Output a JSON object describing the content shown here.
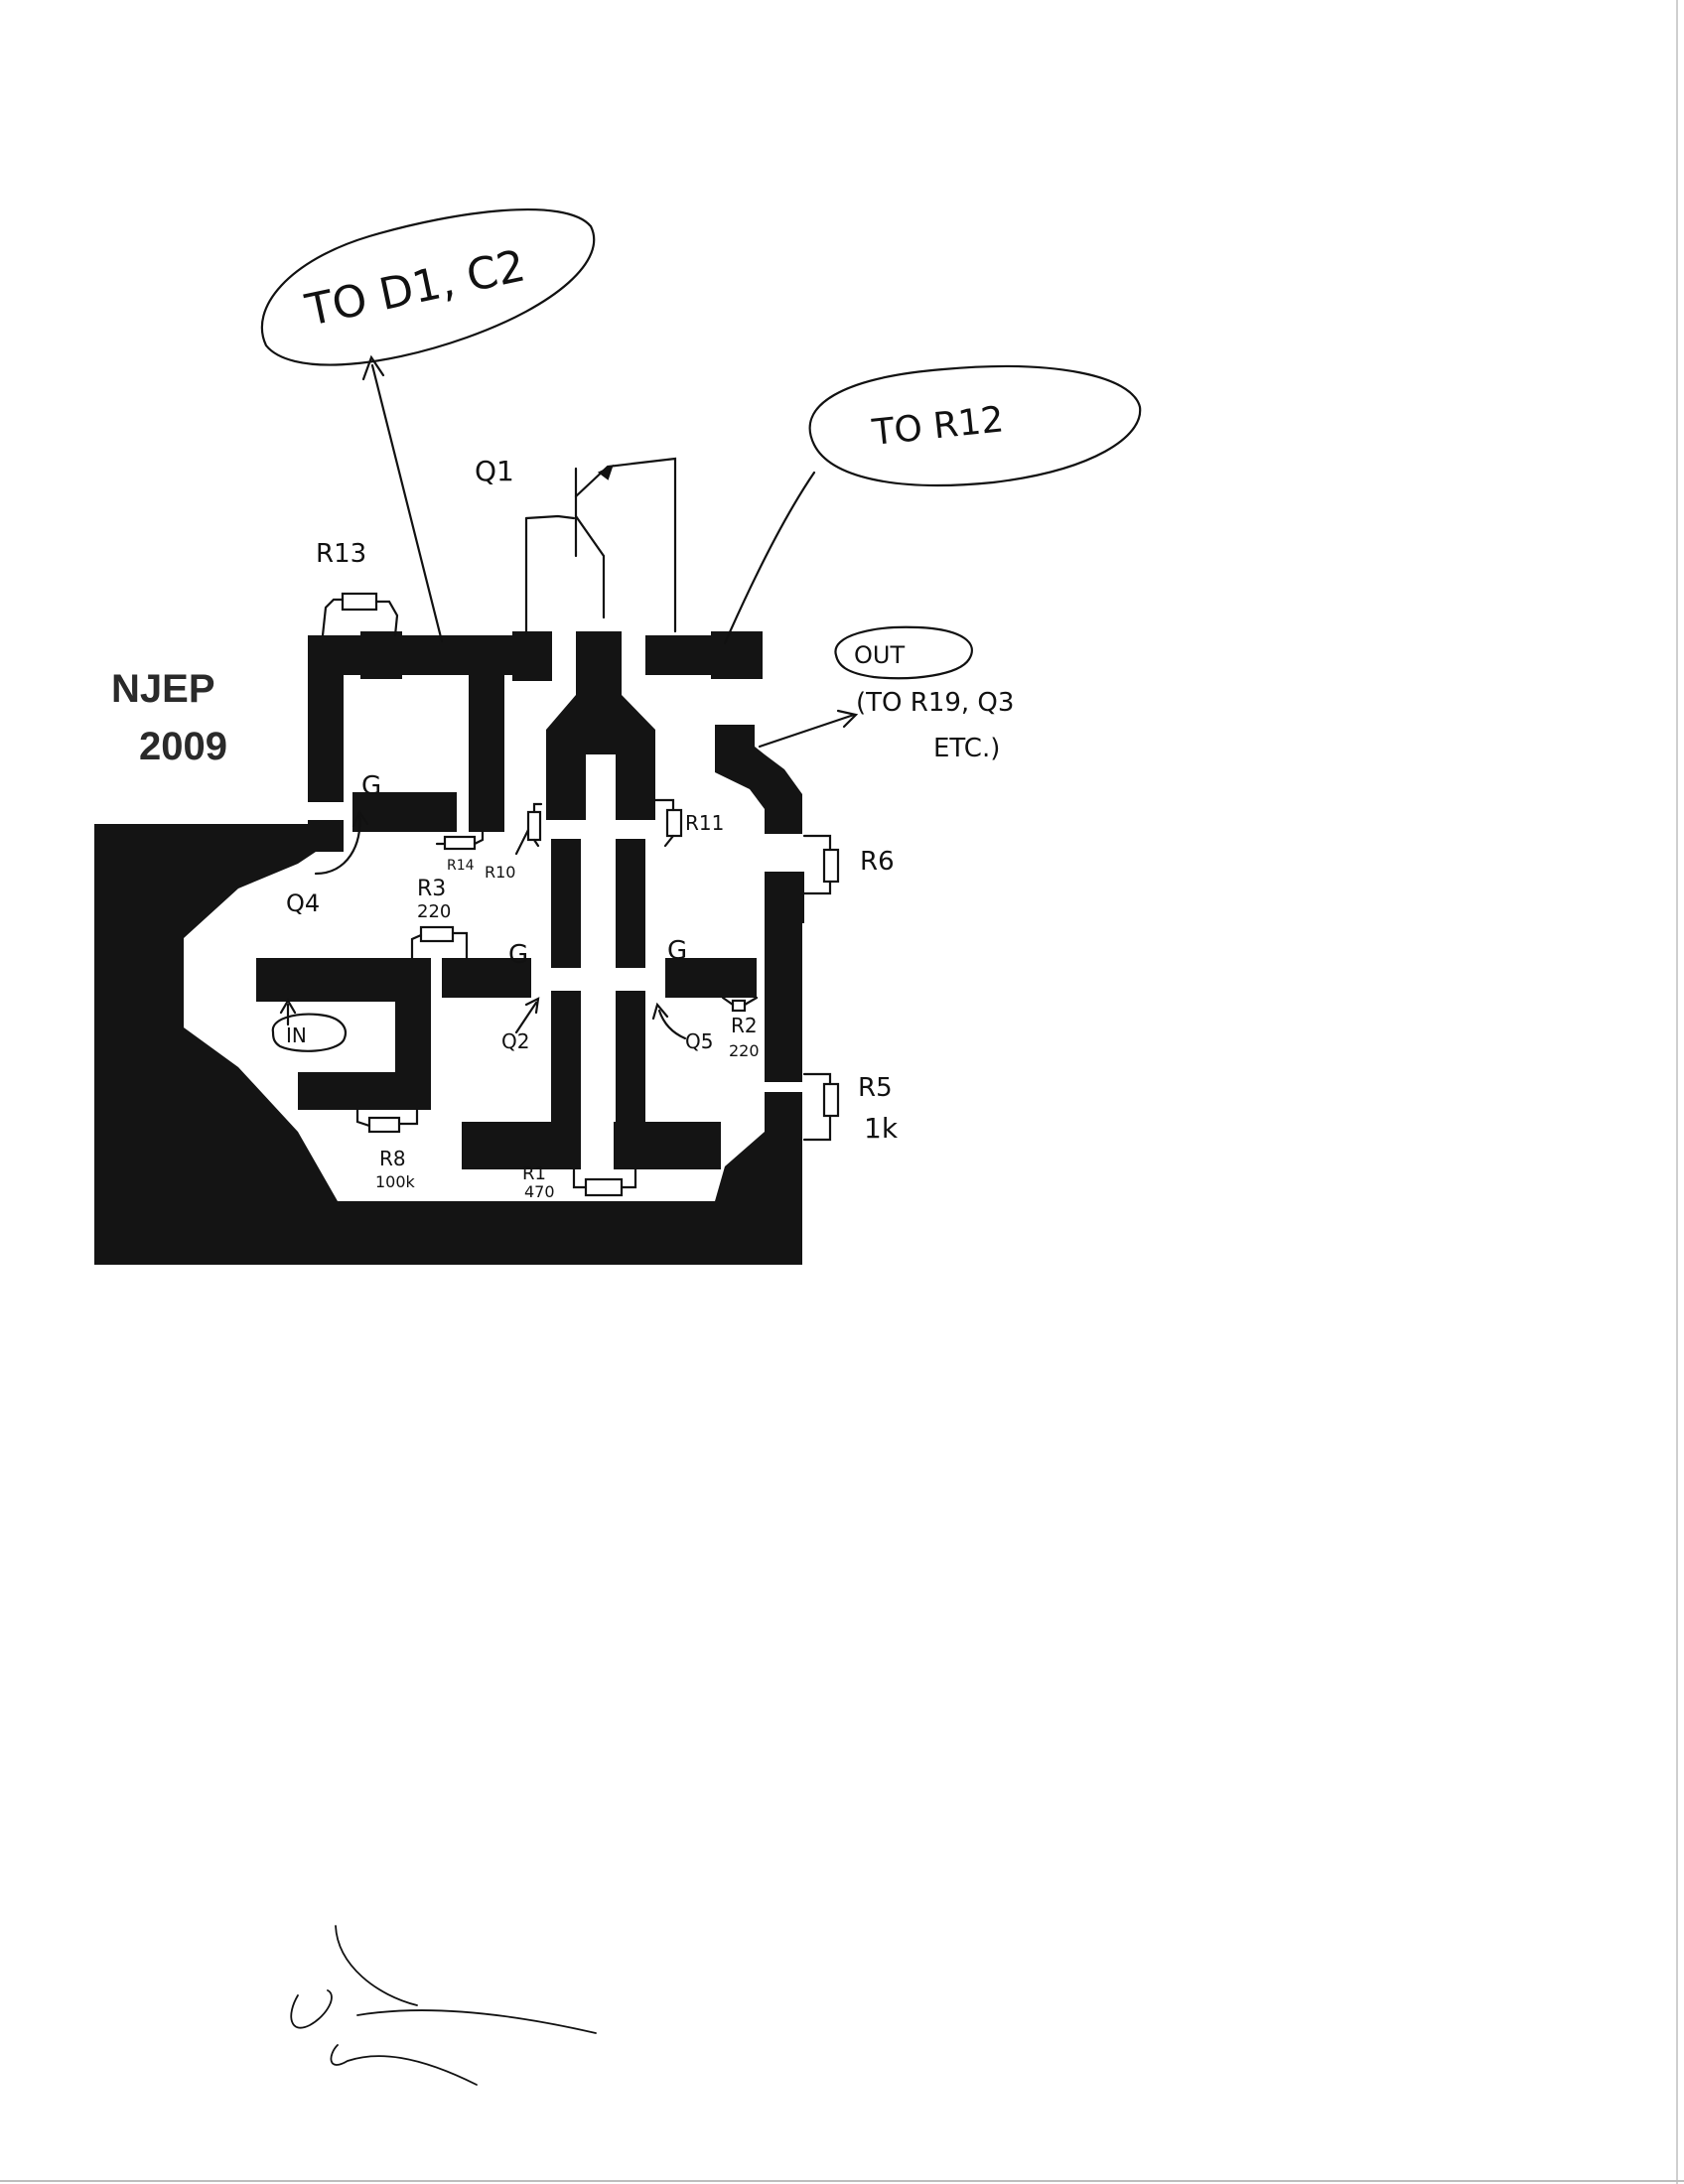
{
  "document": {
    "title_lines": [
      "NJEP",
      "2009"
    ]
  },
  "callouts": {
    "to_d1_c2": "TO D1, C2",
    "to_r12": "TO R12",
    "out": "OUT",
    "out_note_line1": "(TO R19, Q3",
    "out_note_line2": "ETC.)",
    "in": "IN"
  },
  "components": {
    "q1": "Q1",
    "q2": "Q2",
    "q4": "Q4",
    "q5": "Q5",
    "gate_mark": "G",
    "r1": "R1",
    "r1_value": "470",
    "r2": "R2",
    "r2_value": "220",
    "r3": "R3",
    "r3_value": "220",
    "r5": "R5",
    "r5_value": "1k",
    "r6": "R6",
    "r8": "R8",
    "r8_value": "100k",
    "r10": "R10",
    "r11": "R11",
    "r13": "R13",
    "r14": "R14"
  },
  "colors": {
    "copper": "#141414",
    "ink": "#111111",
    "paper": "#ffffff"
  }
}
